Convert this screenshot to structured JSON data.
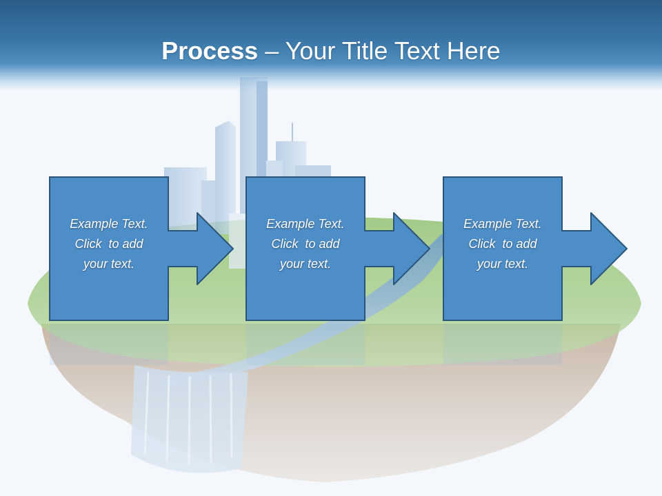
{
  "title": {
    "bold": "Process",
    "rest": " – Your Title Text Here"
  },
  "steps": [
    {
      "lines": [
        "Example Text.",
        "Click  to add",
        "your text."
      ]
    },
    {
      "lines": [
        "Example Text.",
        "Click  to add",
        "your text."
      ]
    },
    {
      "lines": [
        "Example Text.",
        "Click  to add",
        "your text."
      ]
    }
  ],
  "colors": {
    "title_bar": "#3a76a8",
    "step_fill": "#4e8ec8",
    "step_stroke": "#2a5578",
    "text": "#ffffff"
  }
}
